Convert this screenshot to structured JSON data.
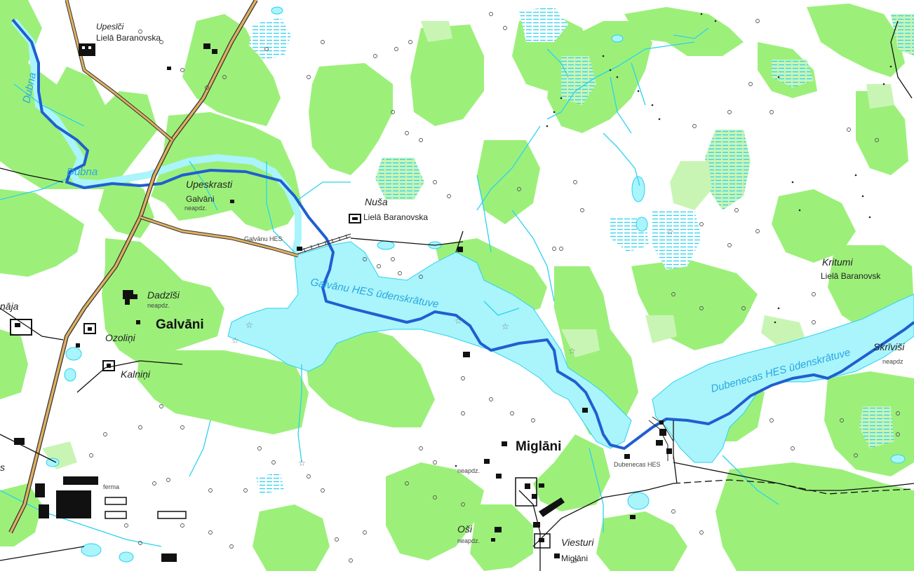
{
  "map": {
    "colors": {
      "background": "#ffffff",
      "forest": "#9cf07a",
      "wetland_light": "#c9f5b4",
      "water": "#aaf4fc",
      "river": "#1f5fd0",
      "stream": "#2ad2f0",
      "road": "#e0b060",
      "building": "#111111"
    },
    "labels": {
      "upesnici": "Upesīči",
      "liela_baranovska_1": "Lielā Baranovska",
      "dubna": "Dubna",
      "dubna_2": "Dubna",
      "upeskrasti": "Upeskrasti",
      "galvani_small": "Galvāni",
      "neapdz_1": "neapdz.",
      "galvanu_hes": "Galvānu HES",
      "nusa": "Nuša",
      "liela_baranovska_2": "Lielā Baranovska",
      "dadzisi": "Dadzīši",
      "neapdz_2": "neapdz.",
      "galvani_big": "Galvāni",
      "ozolini": "Ozoliņi",
      "kalnini": "Kalniņi",
      "naja": "nāja",
      "galvanu_reservoir": "Galvānu HES ūdenskrātuve",
      "kritumi": "Kritumi",
      "liela_baranovska_3": "Lielā Baranovsk",
      "skrivisi": "Skrīviši",
      "neapdz_3": "neapdz",
      "dubenecas_reservoir": "Dubenecas HES ūdenskrātuve",
      "miglani_big": "Miglāni",
      "neapdz_4": "neapdz.",
      "dubenecas_hes": "Dubenecas HES",
      "ferma": "ferma",
      "osi": "Oši",
      "neapdz_5": "neapdz.",
      "viesturi": "Viesturi",
      "miglani_small": "Miglāni",
      "s_label": "s"
    }
  }
}
